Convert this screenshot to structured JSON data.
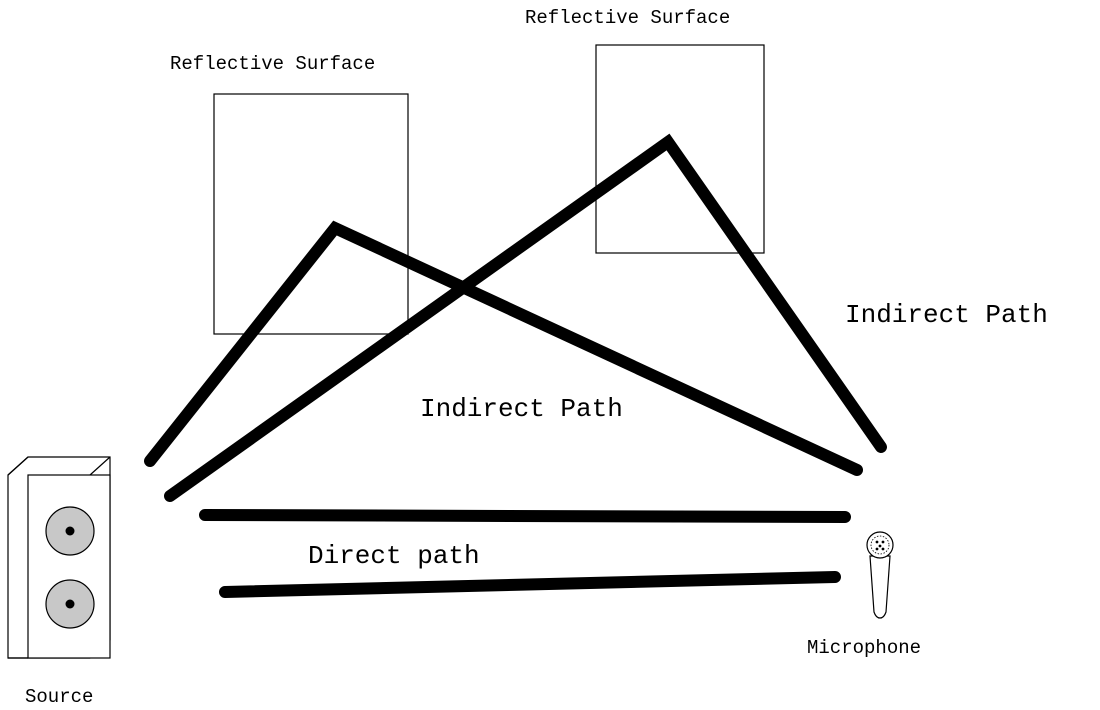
{
  "diagram": {
    "surface_left_label": "Reflective Surface",
    "surface_right_label": "Reflective Surface",
    "indirect_path_label_center": "Indirect Path",
    "indirect_path_label_right": "Indirect Path",
    "direct_path_label": "Direct path",
    "source_label": "Source",
    "microphone_label": "Microphone"
  },
  "colors": {
    "stroke": "#000000",
    "background": "#ffffff",
    "speaker_cone": "#c8c8c8"
  },
  "icons": [
    "speaker-icon",
    "microphone-icon"
  ]
}
